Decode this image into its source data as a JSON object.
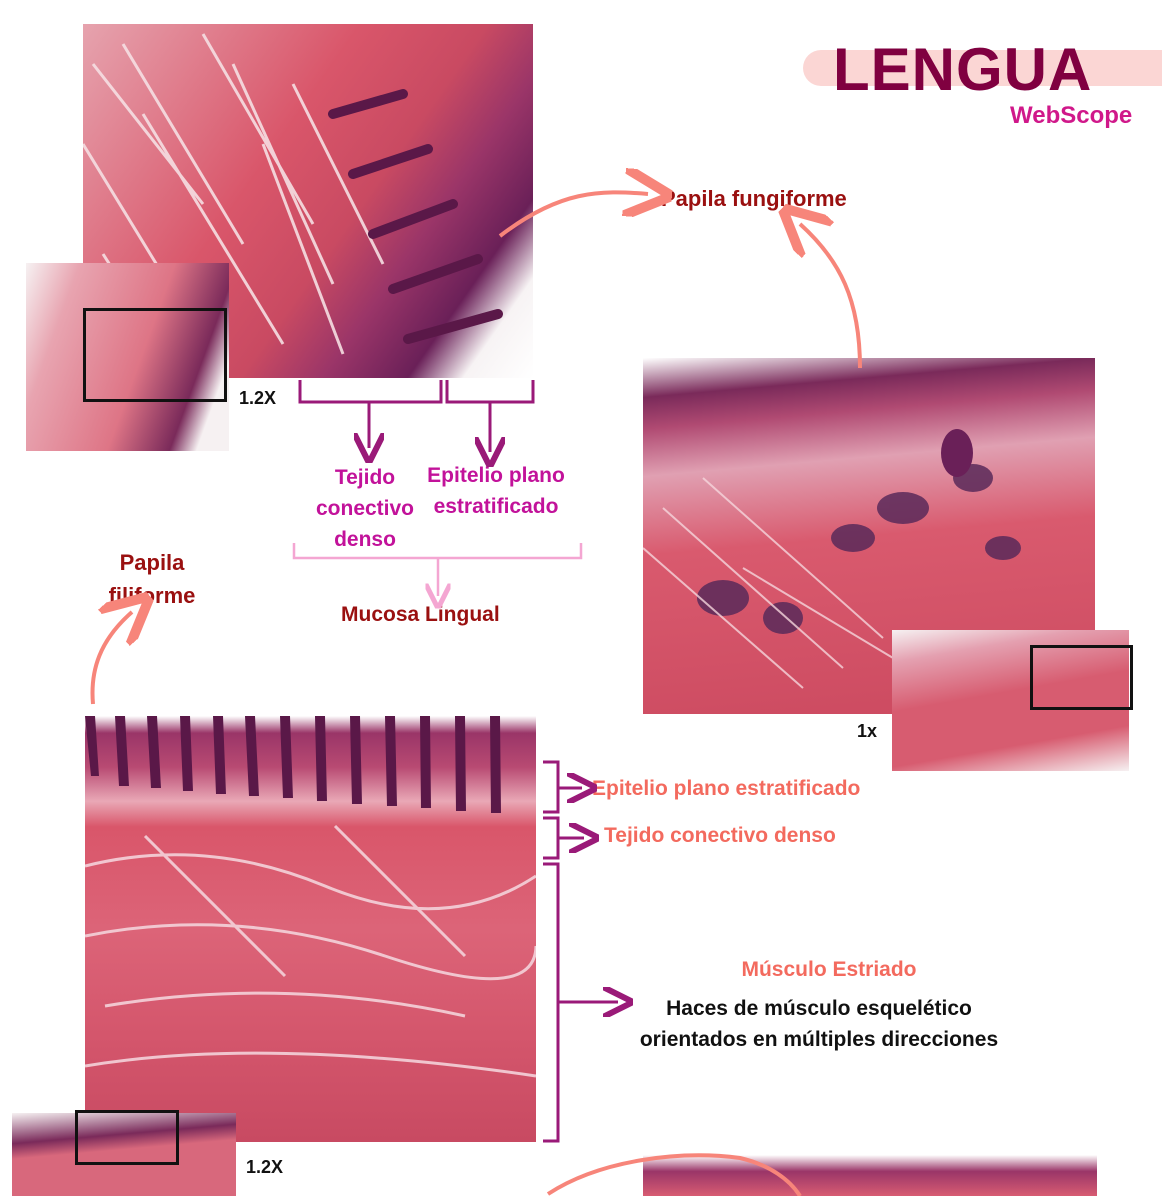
{
  "header": {
    "title": "LENGUA",
    "subtitle": "WebScope",
    "title_color": "#800040",
    "subtitle_color": "#d0188a",
    "banner_color": "#fbd6d4"
  },
  "section_top_left": {
    "magnification": "1.2X",
    "labels": {
      "connective": "Tejido conectivo denso",
      "epithelium": "Epitelio plano estratificado",
      "mucosa": "Mucosa Lingual"
    }
  },
  "section_right": {
    "magnification": "1x",
    "papila_fungiforme": "Papila fungiforme"
  },
  "section_bottom": {
    "papila_filiforme": "Papila filiforme",
    "magnification": "1.2X",
    "labels": {
      "epithelium": "Epitelio plano estratificado",
      "connective": "Tejido conectivo denso",
      "muscle_title": "Músculo Estriado",
      "muscle_desc_line1": "Haces de músculo esquelético",
      "muscle_desc_line2": "orientados en múltiples direcciones"
    }
  },
  "colors": {
    "tissue_pink": "#d9566a",
    "tissue_dark": "#7a2a5a",
    "bracket_magenta": "#9a1a78",
    "bracket_light": "#f4a6d2",
    "arrow_coral": "#f7857a"
  }
}
